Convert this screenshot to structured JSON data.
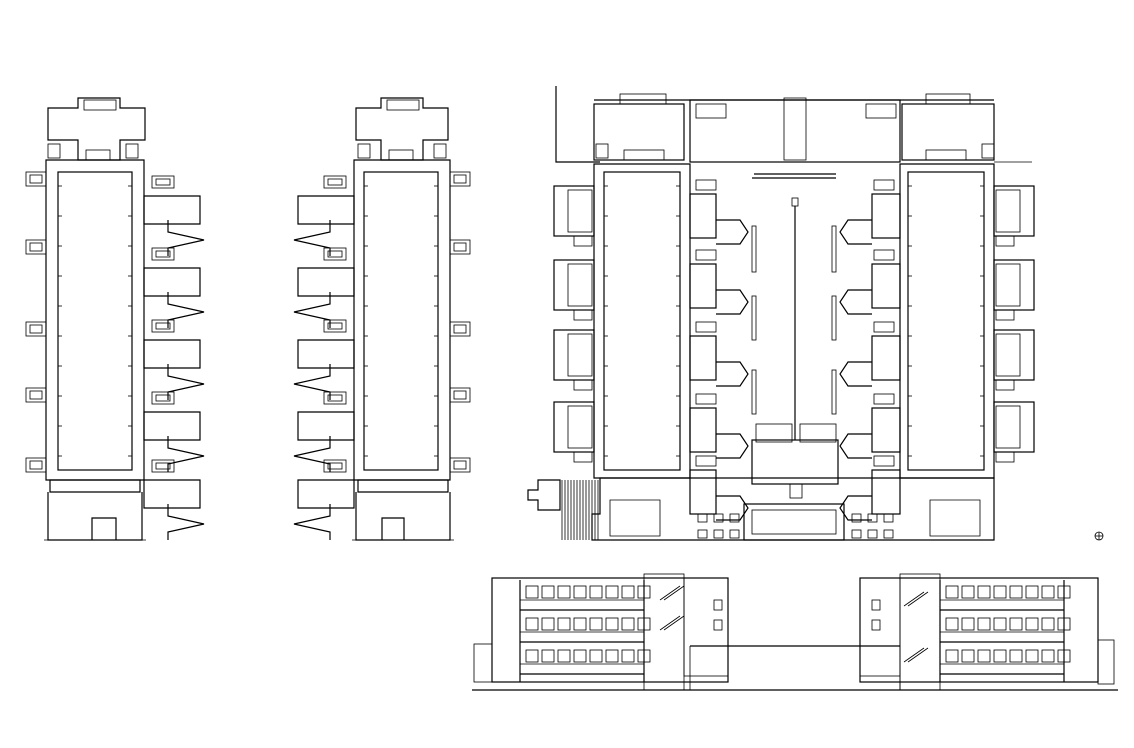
{
  "drawing": {
    "background_color": "#ffffff",
    "line_color": "#000000",
    "views": [
      {
        "id": "plan-left",
        "kind": "floor-plan"
      },
      {
        "id": "plan-middle",
        "kind": "floor-plan"
      },
      {
        "id": "plan-right",
        "kind": "floor-plan"
      },
      {
        "id": "section",
        "kind": "building-section"
      }
    ],
    "north_arrow_icon": "north-arrow-icon"
  }
}
